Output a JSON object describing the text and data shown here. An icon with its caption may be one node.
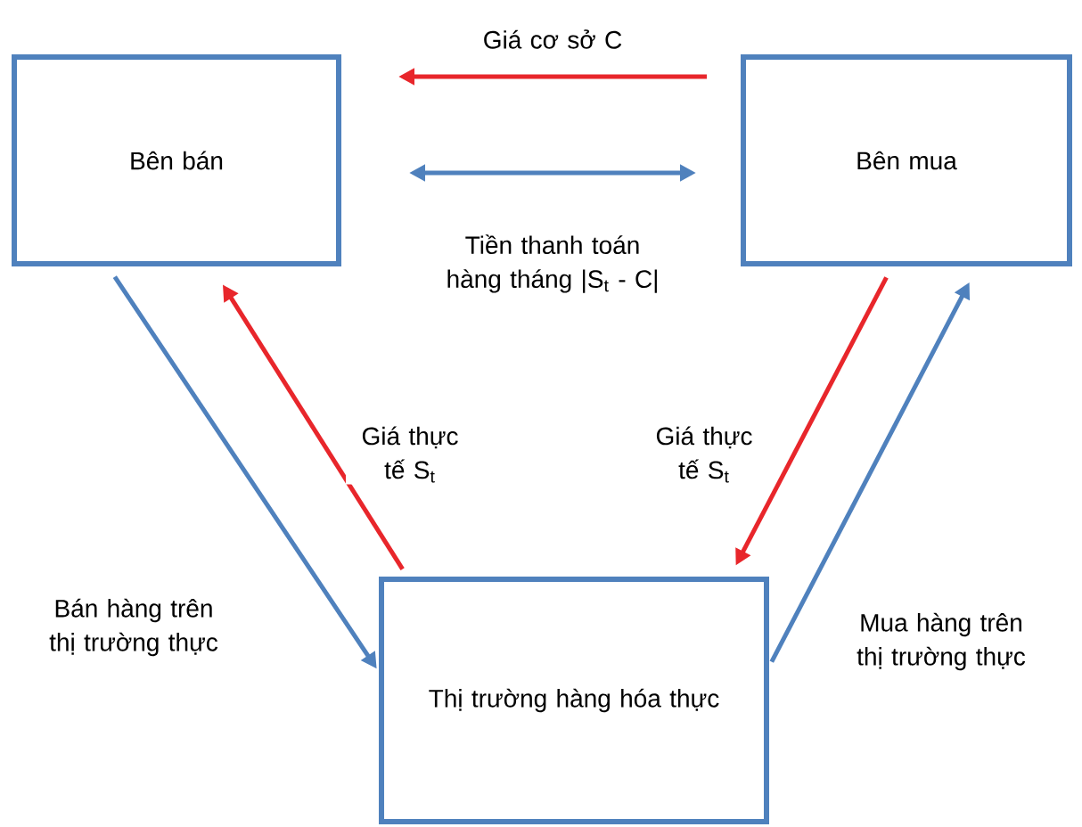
{
  "diagram": {
    "nodes": [
      {
        "text": [
          "Bên bán"
        ]
      },
      {
        "text": [
          "Bên mua"
        ]
      },
      {
        "text": [
          "Thị trường hàng hóa thực"
        ]
      }
    ],
    "edges": [
      {
        "from": 1,
        "to": 0,
        "arrow": "to",
        "label": "Giá cơ sở C",
        "color": "#e8262b"
      },
      {
        "from": 0,
        "to": 1,
        "arrow": "both",
        "label": "Tiền thanh toán hàng tháng |S$_{t}$ - C|",
        "color": "#4f81bd"
      },
      {
        "from": 0,
        "to": 2,
        "arrow": "to",
        "label": "Bán hàng trên thị trường thực",
        "color": "#4f81bd"
      },
      {
        "from": 2,
        "to": 0,
        "arrow": "to",
        "label": "Giá thực tế S$_{t}$",
        "color": "#e8262b"
      },
      {
        "from": 1,
        "to": 2,
        "arrow": "to",
        "label": "Giá thực tế S$_{t}$",
        "color": "#e8262b"
      },
      {
        "from": 2,
        "to": 1,
        "arrow": "to",
        "label": "Mua hàng trên thị trường thực",
        "color": "#4f81bd"
      }
    ]
  }
}
